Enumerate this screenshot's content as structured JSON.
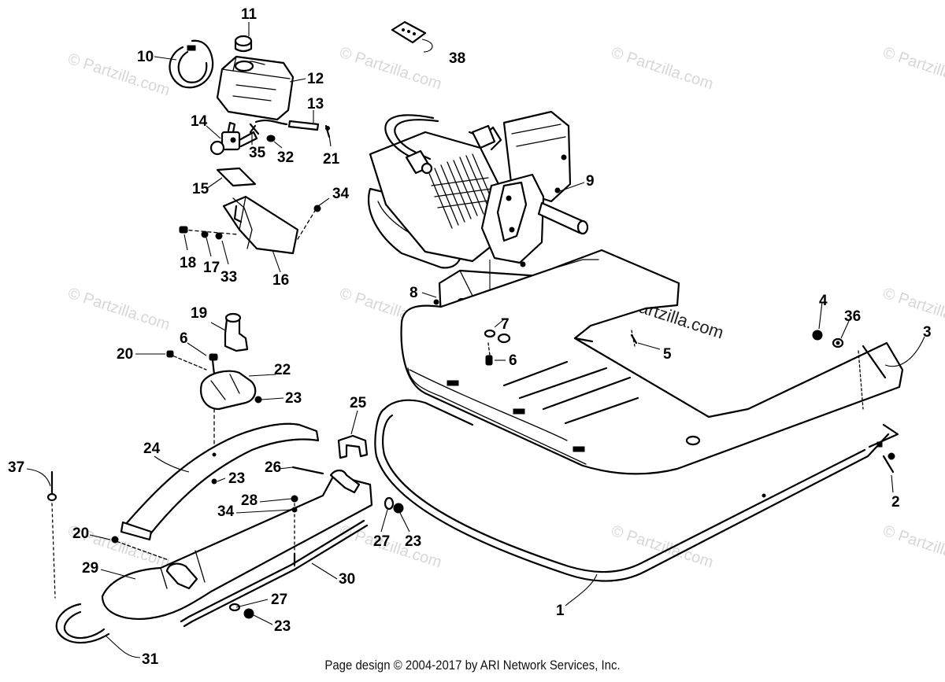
{
  "diagram": {
    "watermark": "© Partzilla.com",
    "part_numbers": [
      "1",
      "2",
      "3",
      "4",
      "5",
      "6",
      "7",
      "8",
      "9",
      "10",
      "11",
      "12",
      "13",
      "14",
      "15",
      "16",
      "17",
      "18",
      "19",
      "20",
      "21",
      "22",
      "23",
      "24",
      "25",
      "26",
      "27",
      "28",
      "29",
      "30",
      "31",
      "32",
      "33",
      "34",
      "35",
      "36",
      "37",
      "38"
    ]
  },
  "footer": {
    "text": "Page design © 2004-2017 by ARI Network Services, Inc."
  }
}
